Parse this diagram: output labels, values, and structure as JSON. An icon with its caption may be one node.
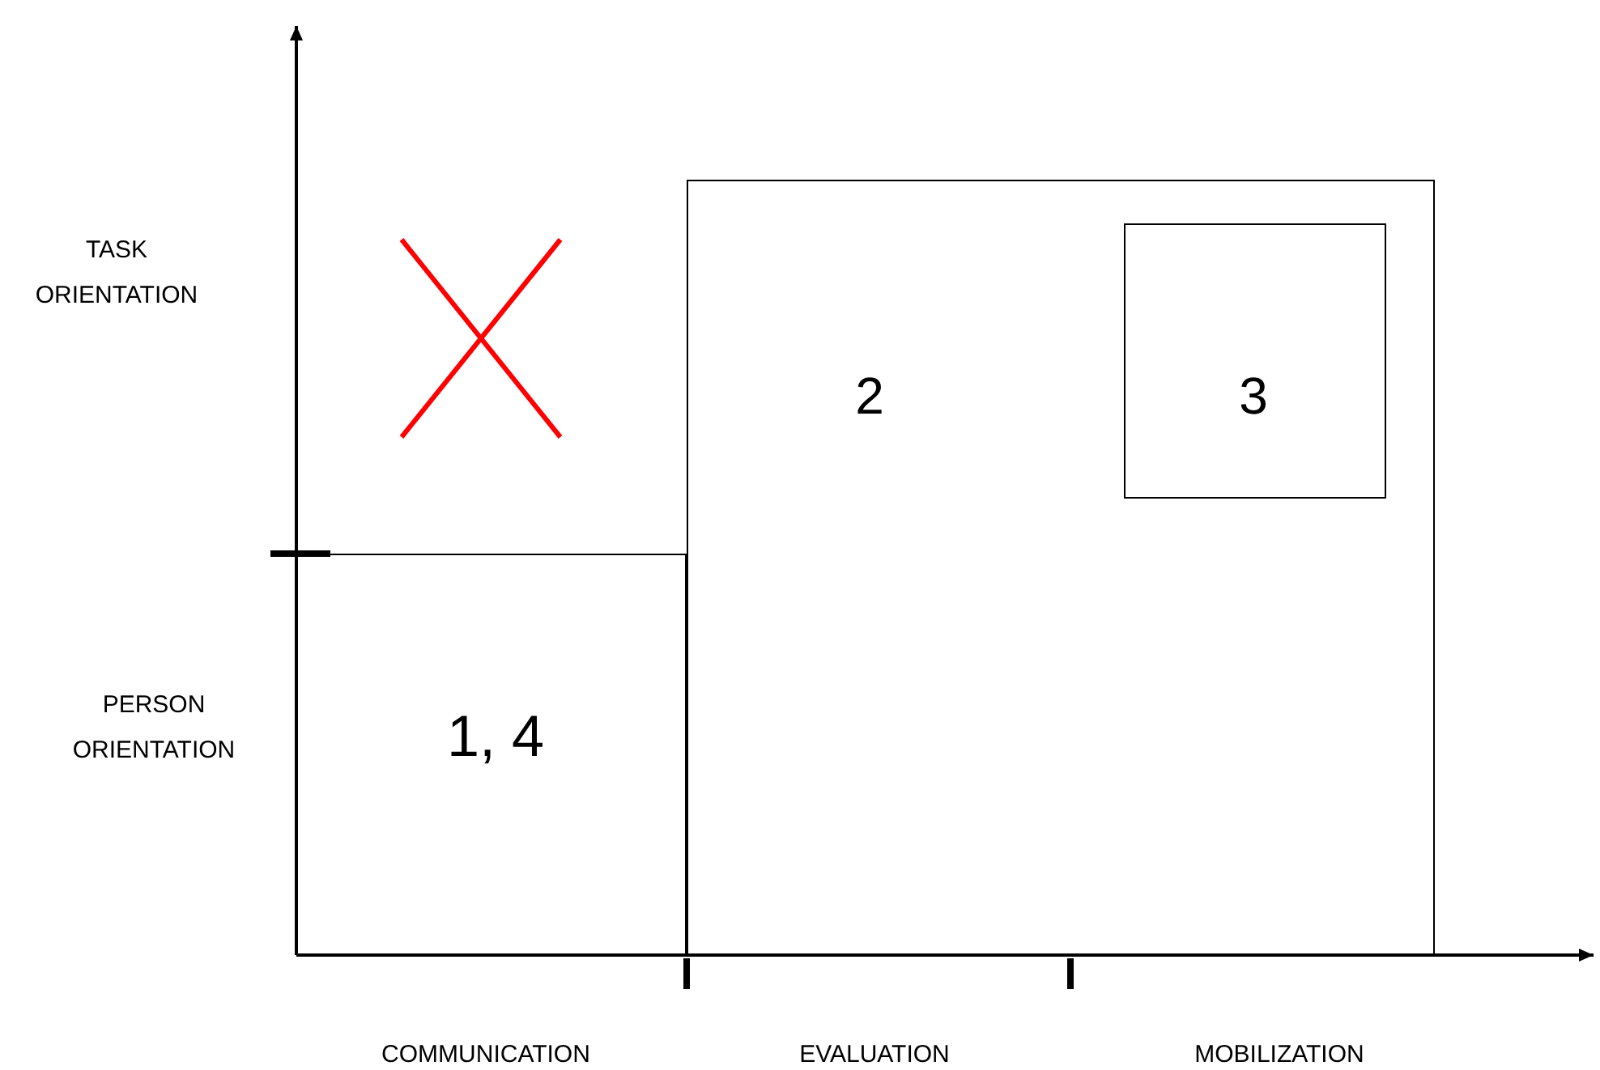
{
  "diagram": {
    "nodes": [
      {
        "text": [
          "1, 4"
        ]
      },
      {
        "text": [
          "2"
        ]
      },
      {
        "text": [
          "3"
        ],
        "in": 1
      }
    ],
    "labels": [
      "TASK ORIENTATION",
      "PERSON ORIENTATION",
      "COMMUNICATION",
      "EVALUATION",
      "MOBILIZATION"
    ]
  }
}
